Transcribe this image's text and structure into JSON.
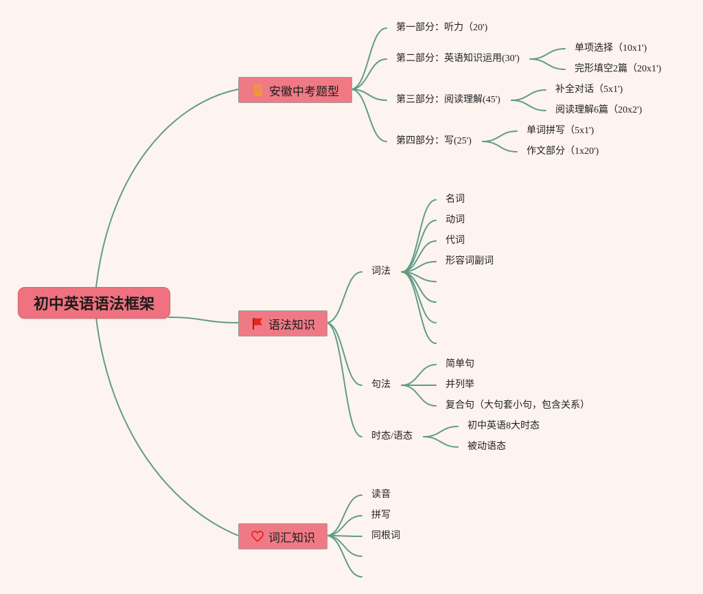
{
  "root": {
    "title": "初中英语语法框架"
  },
  "branch1": {
    "title": "安徽中考题型",
    "icon": "award-ribbon-icon",
    "items": [
      {
        "label": "第一部分：听力（20')"
      },
      {
        "label": "第二部分：英语知识运用(30')",
        "children": [
          "单项选择（10x1')",
          "完形填空2篇（20x1')"
        ]
      },
      {
        "label": "第三部分：阅读理解(45')",
        "children": [
          "补全对话（5x1')",
          "阅读理解6篇（20x2')"
        ]
      },
      {
        "label": "第四部分：写(25')",
        "children": [
          "单词拼写（5x1')",
          "作文部分（1x20')"
        ]
      }
    ]
  },
  "branch2": {
    "title": "语法知识",
    "icon": "red-flag-icon",
    "cifa": {
      "label": "词法",
      "children": [
        "名词",
        "动词",
        "代词",
        "形容词副词",
        "",
        "",
        "",
        ""
      ]
    },
    "jufa": {
      "label": "句法",
      "children": [
        "简单句",
        "并列举",
        "复合句（大句套小句，包含关系）"
      ]
    },
    "shitai": {
      "label": "时态/语态",
      "children": [
        "初中英语8大时态",
        "被动语态"
      ]
    }
  },
  "branch3": {
    "title": "词汇知识",
    "icon": "heart-outline-icon",
    "items": [
      "读音",
      "拼写",
      "同根词",
      "",
      ""
    ]
  },
  "colors": {
    "background": "#fdf3ef",
    "node_fill": "#ef7a86",
    "connector": "#5f9c88",
    "flag": "#e8241c",
    "heart": "#e8241c",
    "award": "#f0a020"
  }
}
